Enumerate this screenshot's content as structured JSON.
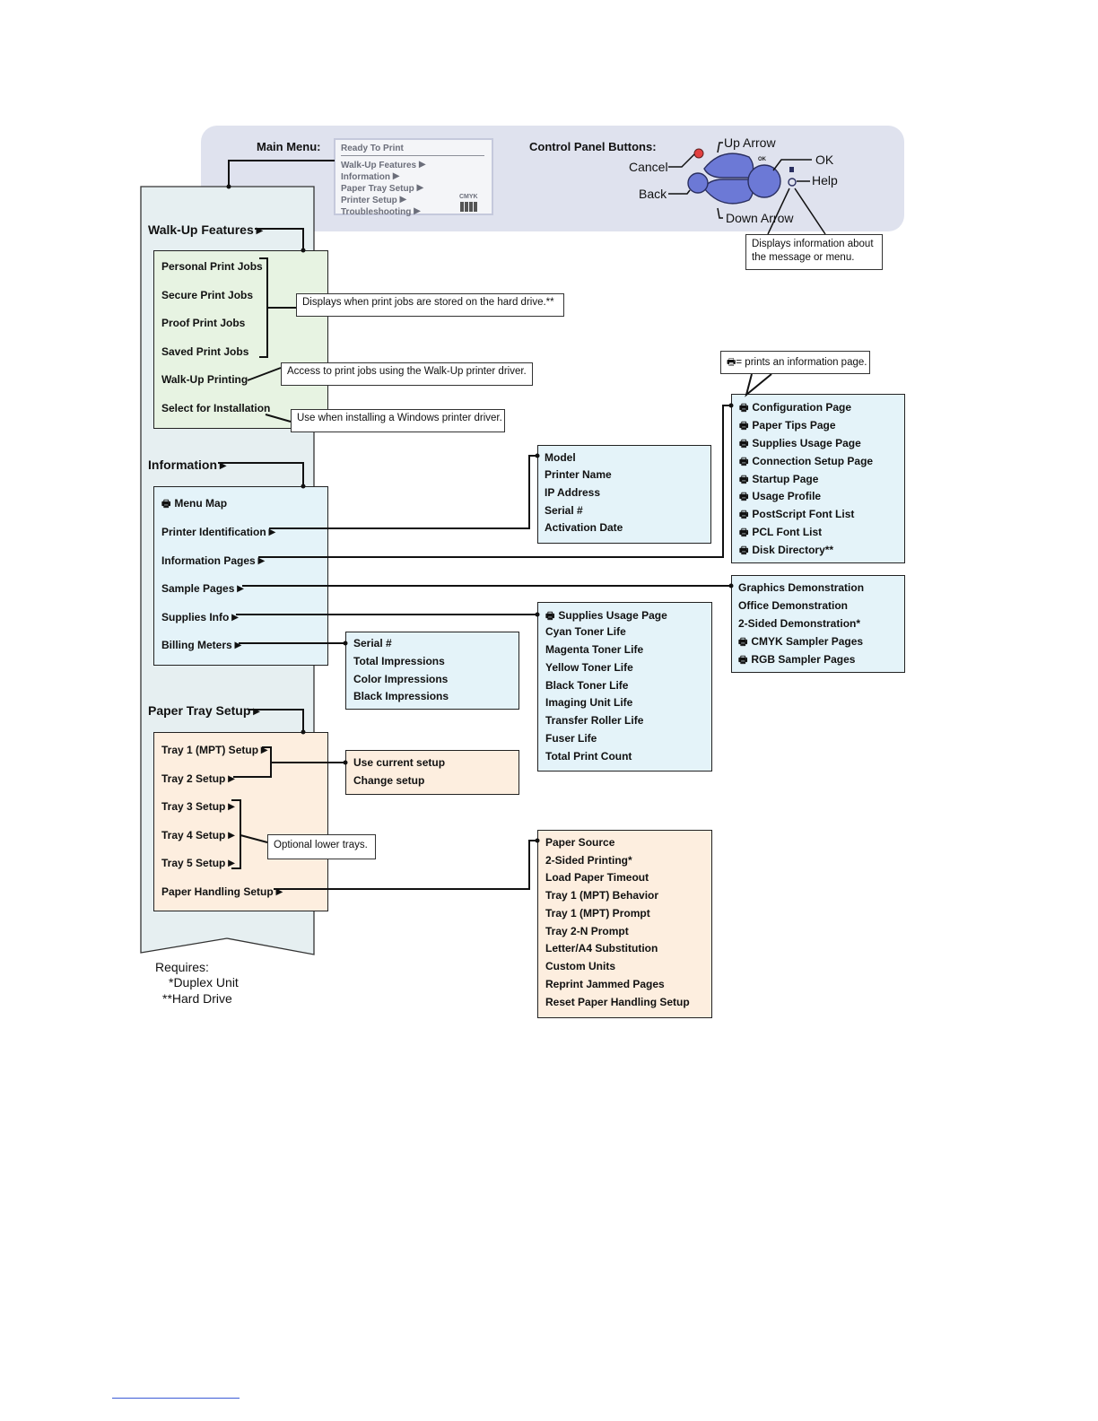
{
  "main_menu": {
    "label": "Main Menu:",
    "lcd": [
      "Ready To Print",
      "Walk-Up Features",
      "Information",
      "Paper Tray Setup",
      "Printer Setup",
      "Troubleshooting"
    ],
    "cmyk": "CMYK"
  },
  "control_panel": {
    "label": "Control Panel Buttons:",
    "cancel": "Cancel",
    "back": "Back",
    "up": "Up Arrow",
    "down": "Down Arrow",
    "ok": "OK",
    "help": "Help",
    "ok_small": "OK",
    "help_note": [
      "Displays information about",
      "the message or menu."
    ]
  },
  "walkup": {
    "header": "Walk-Up Features",
    "items": [
      "Personal Print Jobs",
      "Secure Print Jobs",
      "Proof Print Jobs",
      "Saved Print Jobs",
      "Walk-Up Printing",
      "Select for Installation"
    ],
    "notes": {
      "stored": "Displays when print jobs are stored on the hard drive.**",
      "walkup": "Access to print jobs using the Walk-Up printer driver.",
      "install": "Use when installing a Windows printer driver."
    }
  },
  "information": {
    "header": "Information",
    "items": [
      "Menu Map",
      "Printer Identification",
      "Information Pages",
      "Sample Pages",
      "Supplies Info",
      "Billing Meters"
    ]
  },
  "printer_id": [
    "Model",
    "Printer Name",
    "IP Address",
    "Serial #",
    "Activation Date"
  ],
  "info_pages": {
    "note": "= prints an information page.",
    "items": [
      "Configuration Page",
      "Paper Tips Page",
      "Supplies Usage Page",
      "Connection Setup Page",
      "Startup Page",
      "Usage Profile",
      "PostScript Font List",
      "PCL Font List",
      "Disk Directory**"
    ]
  },
  "sample_pages": [
    "Graphics Demonstration",
    "Office Demonstration",
    "2-Sided Demonstration*",
    "CMYK Sampler Pages",
    "RGB Sampler Pages"
  ],
  "supplies": [
    "Supplies Usage Page",
    "Cyan Toner Life",
    "Magenta Toner Life",
    "Yellow Toner Life",
    "Black Toner Life",
    "Imaging Unit Life",
    "Transfer Roller Life",
    "Fuser Life",
    "Total Print Count"
  ],
  "billing": [
    "Serial #",
    "Total Impressions",
    "Color Impressions",
    "Black Impressions"
  ],
  "tray": {
    "header": "Paper Tray Setup",
    "items": [
      "Tray 1 (MPT) Setup",
      "Tray 2 Setup",
      "Tray 3 Setup",
      "Tray 4 Setup",
      "Tray 5 Setup",
      "Paper Handling Setup"
    ],
    "options": [
      "Use current setup",
      "Change setup"
    ],
    "lower_note": "Optional lower trays."
  },
  "paper_handling": [
    "Paper Source",
    "2-Sided Printing*",
    "Load Paper Timeout",
    "Tray 1 (MPT) Behavior",
    "Tray 1 (MPT) Prompt",
    "Tray 2-N Prompt",
    "Letter/A4 Substitution",
    "Custom Units",
    "Reprint Jammed Pages",
    "Reset Paper Handling Setup"
  ],
  "requires": {
    "label": "Requires:",
    "duplex": "*Duplex Unit",
    "hard_drive": "**Hard Drive"
  }
}
